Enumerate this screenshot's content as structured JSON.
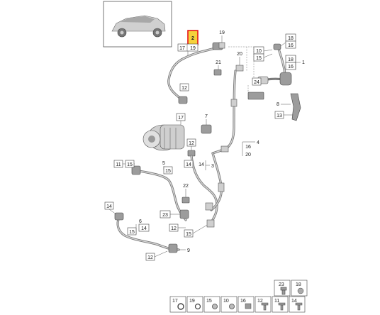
{
  "callouts": {
    "n1": "1",
    "n2": "2",
    "n3": "3",
    "n4": "4",
    "n5": "5",
    "n6": "6",
    "n7": "7",
    "n8": "8",
    "n9": "9",
    "n10": "10",
    "n11": "11",
    "n12": "12",
    "n13": "13",
    "n14": "14",
    "n15": "15",
    "n16": "16",
    "n17": "17",
    "n18": "18",
    "n19": "19",
    "n20": "20",
    "n21": "21",
    "n22": "22",
    "n23": "23",
    "n24": "24"
  },
  "highlight_color": "#e8131a",
  "highlight_fill": "#f5d23c"
}
